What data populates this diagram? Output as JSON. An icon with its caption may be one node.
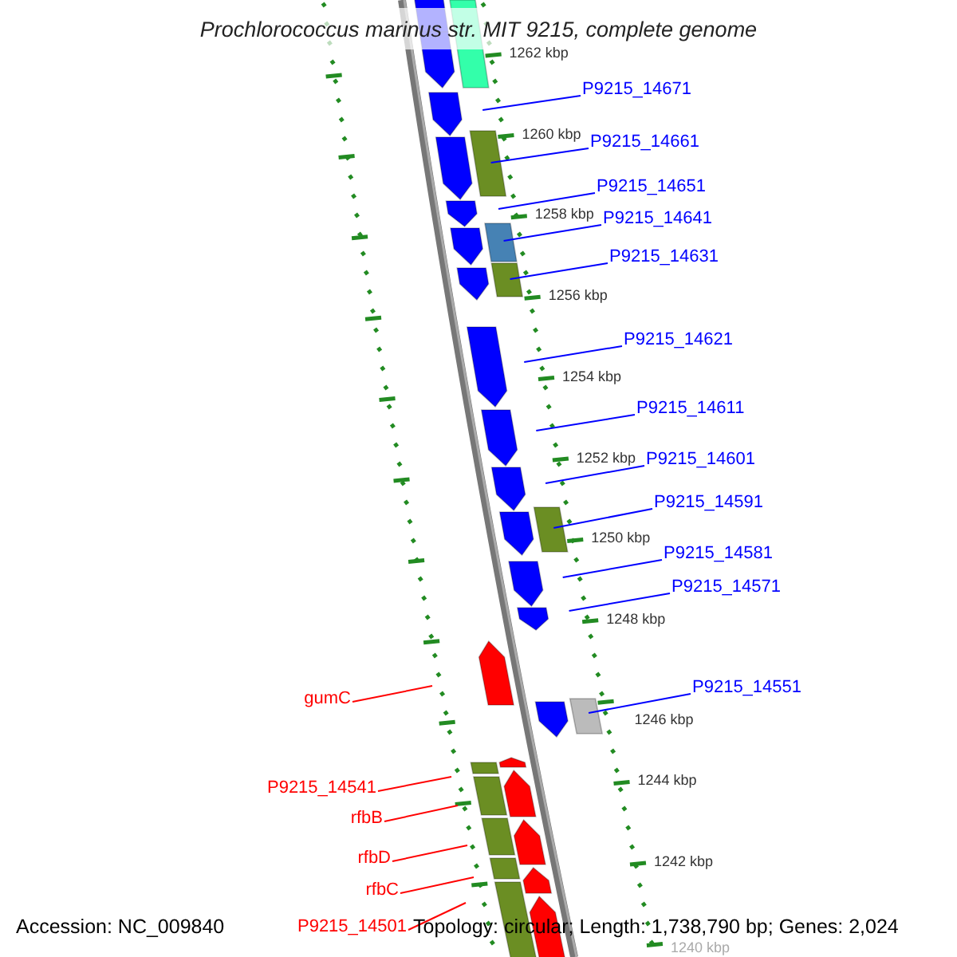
{
  "diagram": {
    "title": "Prochlorococcus marinus str. MIT 9215, complete genome",
    "nodes": [
      {
        "text": [
          "P9215_14671"
        ]
      },
      {
        "text": [
          "P9215_14661"
        ]
      },
      {
        "text": [
          "P9215_14651"
        ]
      },
      {
        "text": [
          "P9215_14641"
        ]
      },
      {
        "text": [
          "P9215_14631"
        ]
      },
      {
        "text": [
          "P9215_14621"
        ]
      },
      {
        "text": [
          "P9215_14611"
        ]
      },
      {
        "text": [
          "P9215_14601"
        ]
      },
      {
        "text": [
          "P9215_14591"
        ]
      },
      {
        "text": [
          "P9215_14581"
        ]
      },
      {
        "text": [
          "P9215_14571"
        ]
      },
      {
        "text": [
          "gumC"
        ]
      },
      {
        "text": [
          "P9215_14551"
        ]
      },
      {
        "text": [
          "P9215_14541"
        ]
      },
      {
        "text": [
          "rfbB"
        ]
      },
      {
        "text": [
          "rfbD"
        ]
      },
      {
        "text": [
          "rfbC"
        ]
      },
      {
        "text": [
          "P9215_14501"
        ]
      }
    ],
    "edges": [
      {
        "from": 0,
        "to": null,
        "arrow": "none"
      },
      {
        "from": 1,
        "to": null,
        "arrow": "none"
      },
      {
        "from": 2,
        "to": null,
        "arrow": "none"
      },
      {
        "from": 3,
        "to": null,
        "arrow": "none"
      },
      {
        "from": 4,
        "to": null,
        "arrow": "none"
      },
      {
        "from": 5,
        "to": null,
        "arrow": "none"
      },
      {
        "from": 6,
        "to": null,
        "arrow": "none"
      },
      {
        "from": 7,
        "to": null,
        "arrow": "none"
      },
      {
        "from": 8,
        "to": null,
        "arrow": "none"
      },
      {
        "from": 9,
        "to": null,
        "arrow": "none"
      },
      {
        "from": 10,
        "to": null,
        "arrow": "none"
      },
      {
        "from": 11,
        "to": null,
        "arrow": "none",
        "color": "#ff0000"
      },
      {
        "from": 12,
        "to": null,
        "arrow": "none"
      },
      {
        "from": 13,
        "to": null,
        "arrow": "none",
        "color": "#ff0000"
      },
      {
        "from": 14,
        "to": null,
        "arrow": "none",
        "color": "#ff0000"
      },
      {
        "from": 15,
        "to": null,
        "arrow": "none",
        "color": "#ff0000"
      },
      {
        "from": 16,
        "to": null,
        "arrow": "none",
        "color": "#ff0000"
      },
      {
        "from": 17,
        "to": null,
        "arrow": "none",
        "color": "#ff0000"
      }
    ],
    "labels": [
      "1262 kbp",
      "1260 kbp",
      "1258 kbp",
      "1256 kbp",
      "1254 kbp",
      "1252 kbp",
      "1250 kbp",
      "1248 kbp",
      "1246 kbp",
      "1244 kbp",
      "1242 kbp",
      "1240 kbp",
      "Accession: NC_009840",
      "Topology: circular; Length: 1,738,790 bp; Genes: 2,024"
    ]
  }
}
